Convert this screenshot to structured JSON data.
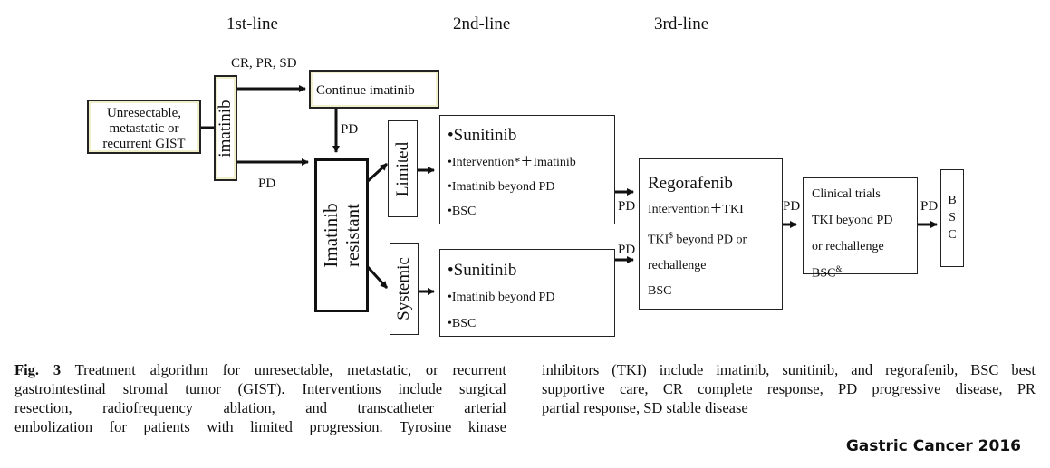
{
  "columns": {
    "first": "1st-line",
    "second": "2nd-line",
    "third": "3rd-line"
  },
  "nodes": {
    "start": [
      "Unresectable,",
      "metastatic or",
      "recurrent GIST"
    ],
    "imatinib": "imatinib",
    "continue": "Continue imatinib",
    "resistant": [
      "Imatinib",
      "resistant"
    ],
    "limited": "Limited",
    "systemic": "Systemic",
    "limited_box": {
      "title": "•Sunitinib",
      "items": [
        "•Intervention*＋Imatinib",
        "•Imatinib beyond PD",
        "•BSC"
      ]
    },
    "systemic_box": {
      "title": "•Sunitinib",
      "items": [
        "•Imatinib beyond PD",
        "•BSC"
      ]
    },
    "regorafenib_box": {
      "title": "Regorafenib",
      "line1": "Intervention＋TKI",
      "line2_pre": "TKI",
      "line2_sup": "$",
      "line2_post": " beyond PD or",
      "line3": "rechallenge",
      "line4": "BSC"
    },
    "trials_box": {
      "line1": "Clinical trials",
      "line2": "TKI beyond PD",
      "line3": "or rechallenge",
      "line4_pre": "BSC",
      "line4_sup": "&"
    },
    "bsc_box": [
      "B",
      "S",
      "C"
    ]
  },
  "edge_labels": {
    "response": "CR, PR, SD",
    "pd": "PD"
  },
  "caption": {
    "fig_label": "Fig. 3",
    "left_lines": [
      "Treatment algorithm for unresectable, metastatic, or recurrent",
      "gastrointestinal stromal tumor (GIST). Interventions include surgical",
      "resection, radiofrequency ablation, and transcatheter arterial",
      "embolization for patients with limited progression. Tyrosine kinase"
    ],
    "right_lines": [
      "inhibitors (TKI) include imatinib, sunitinib, and regorafenib, BSC best",
      "supportive care, CR complete response, PD progressive disease, PR",
      "partial response, SD stable disease"
    ]
  },
  "source": "Gastric Cancer 2016"
}
